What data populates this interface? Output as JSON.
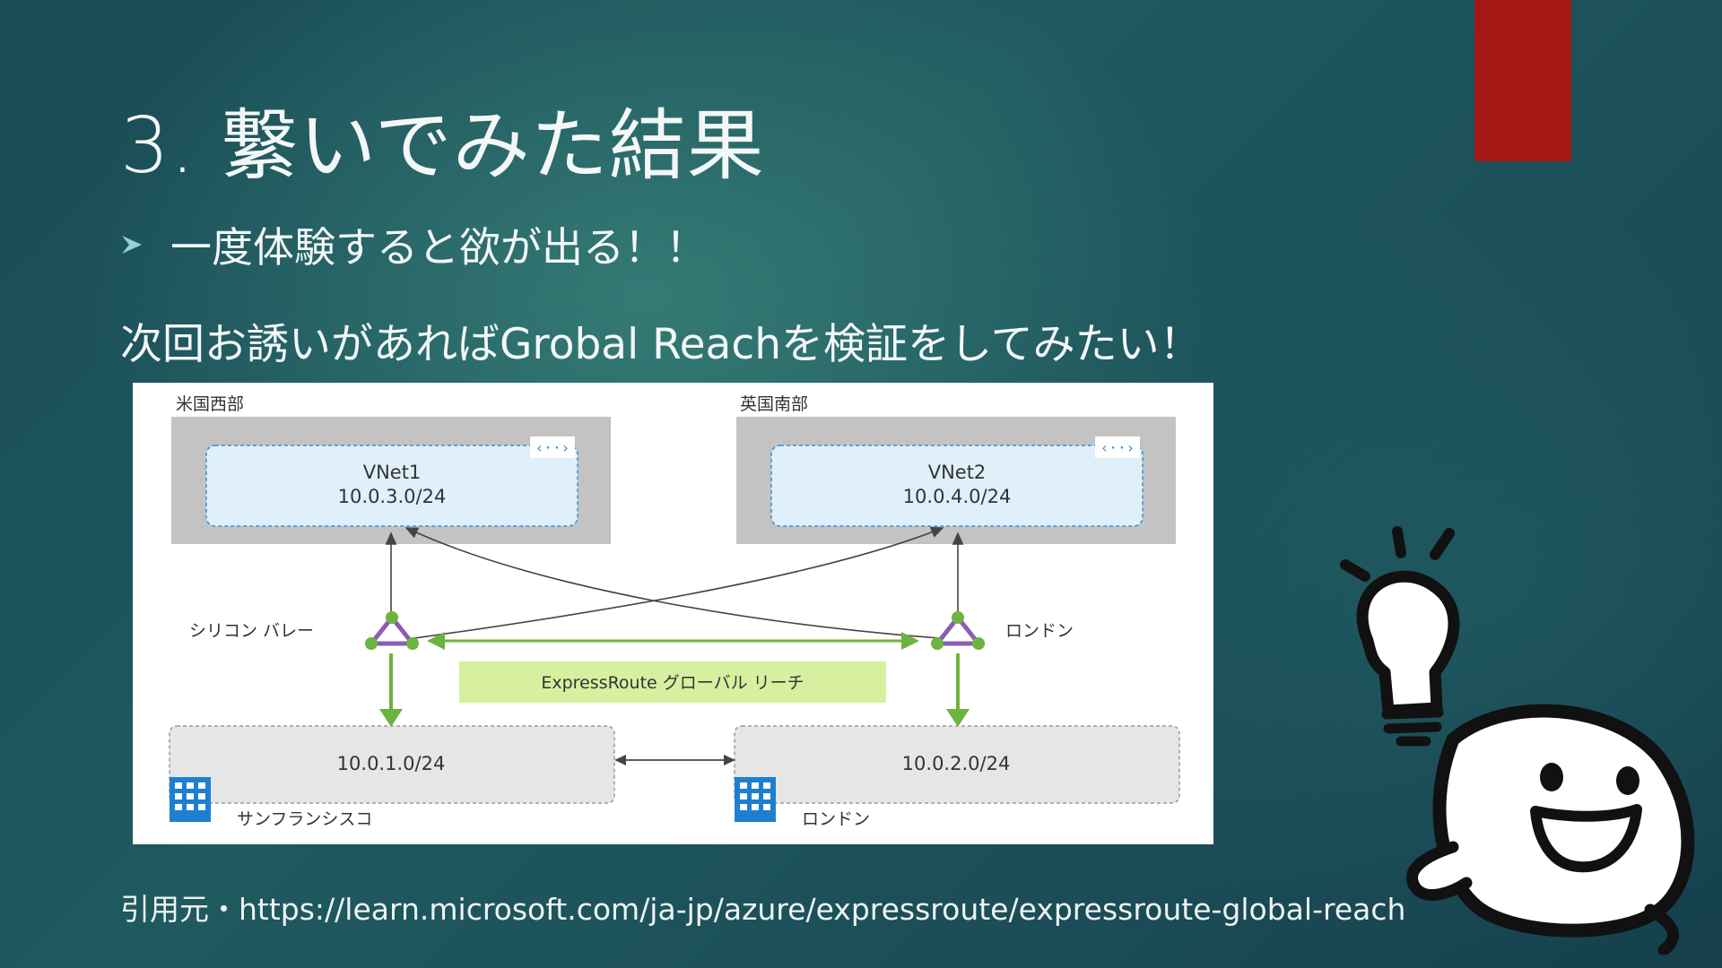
{
  "slide": {
    "title": "3. 繋いでみた結果",
    "bullet": "一度体験すると欲が出る！！",
    "subline": "次回お誘いがあればGrobal Reachを検証をしてみたい！",
    "citation": "引用元・https://learn.microsoft.com/ja-jp/azure/expressroute/expressroute-global-reach",
    "accent_color": "#a41816"
  },
  "diagram": {
    "region_left_label": "米国西部",
    "region_right_label": "英国南部",
    "vnet_left_name": "VNet1",
    "vnet_left_cidr": "10.0.3.0/24",
    "vnet_right_name": "VNet2",
    "vnet_right_cidr": "10.0.4.0/24",
    "peering_left_label": "シリコン バレー",
    "peering_right_label": "ロンドン",
    "global_reach_label": "ExpressRoute グローバル リーチ",
    "onprem_left_cidr": "10.0.1.0/24",
    "onprem_right_cidr": "10.0.2.0/24",
    "onprem_left_label": "サンフランシスコ",
    "onprem_right_label": "ロンドン",
    "vnet_icon": "vnet-icon",
    "building_icon": "building-icon",
    "router_icon": "router-icon"
  },
  "decoration": {
    "mascot_icon": "lightbulb-mascot-icon",
    "bullet_icon": "arrow-bullet-icon"
  }
}
